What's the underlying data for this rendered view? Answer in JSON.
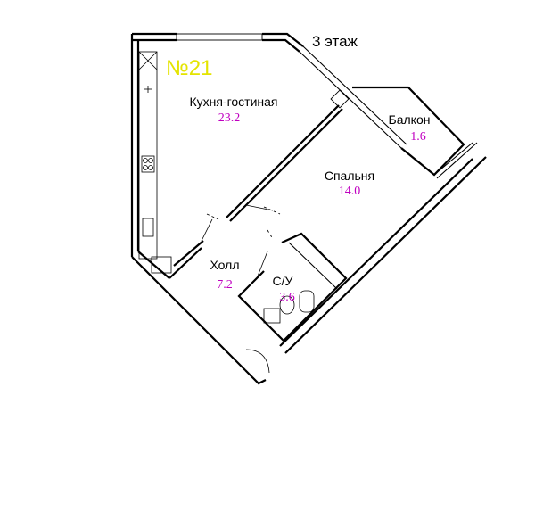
{
  "unit": {
    "number": "№21",
    "floor": "3 этаж"
  },
  "rooms": [
    {
      "id": "kitchen-living",
      "name": "Кухня-гостиная",
      "area": "23.2"
    },
    {
      "id": "balcony",
      "name": "Балкон",
      "area": "1.6"
    },
    {
      "id": "bedroom",
      "name": "Спальня",
      "area": "14.0"
    },
    {
      "id": "hall",
      "name": "Холл",
      "area": "7.2"
    },
    {
      "id": "bathroom",
      "name": "С/У",
      "area": "3.6"
    }
  ],
  "colors": {
    "unit_number": "#e4e400",
    "area": "#c000c0",
    "walls": "#000000"
  }
}
